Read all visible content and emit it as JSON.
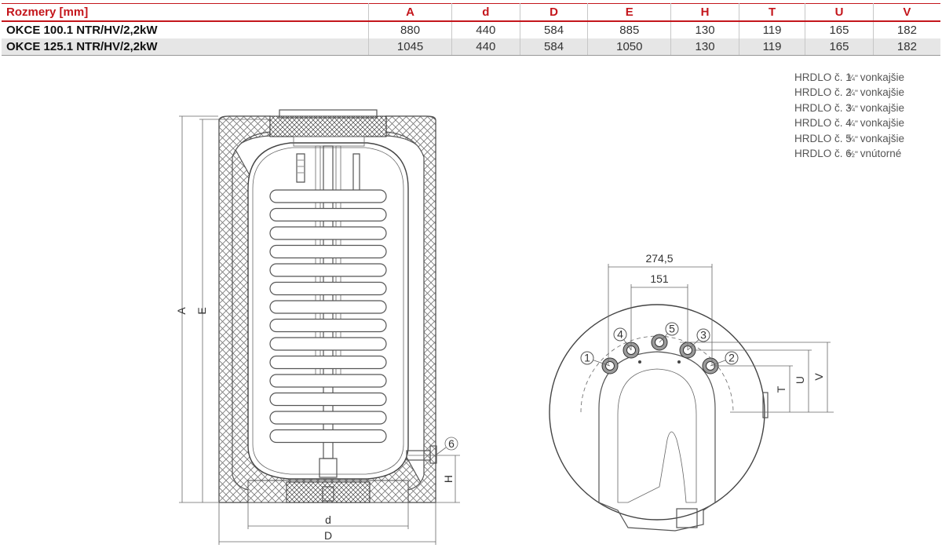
{
  "table": {
    "header": [
      "Rozmery [mm]",
      "A",
      "d",
      "D",
      "E",
      "H",
      "T",
      "U",
      "V"
    ],
    "rows": [
      {
        "model": "OKCE 100.1 NTR/HV/2,2kW",
        "values": [
          "880",
          "440",
          "584",
          "885",
          "130",
          "119",
          "165",
          "182"
        ]
      },
      {
        "model": "OKCE 125.1 NTR/HV/2,2kW",
        "values": [
          "1045",
          "440",
          "584",
          "1050",
          "130",
          "119",
          "165",
          "182"
        ]
      }
    ]
  },
  "legend": [
    {
      "label": "HRDLO č. 1",
      "size": "¾\"",
      "type": "vonkajšie"
    },
    {
      "label": "HRDLO č. 2",
      "size": "¾\"",
      "type": "vonkajšie"
    },
    {
      "label": "HRDLO č. 3",
      "size": "¾\"",
      "type": "vonkajšie"
    },
    {
      "label": "HRDLO č. 4",
      "size": "¾\"",
      "type": "vonkajšie"
    },
    {
      "label": "HRDLO č. 5",
      "size": "¾\"",
      "type": "vonkajšie"
    },
    {
      "label": "HRDLO č. 6",
      "size": "½\"",
      "type": "vnútorné"
    }
  ],
  "side_view": {
    "dim_A": "A",
    "dim_E": "E",
    "dim_d": "d",
    "dim_D": "D",
    "dim_H": "H",
    "port_6": "6"
  },
  "top_view": {
    "dim_outer": "274,5",
    "dim_inner": "151",
    "dim_T": "T",
    "dim_U": "U",
    "dim_V": "V",
    "ports": [
      "1",
      "2",
      "3",
      "4",
      "5"
    ]
  },
  "colors": {
    "accent": "#c4161c",
    "stripe": "#e6e6e6"
  }
}
